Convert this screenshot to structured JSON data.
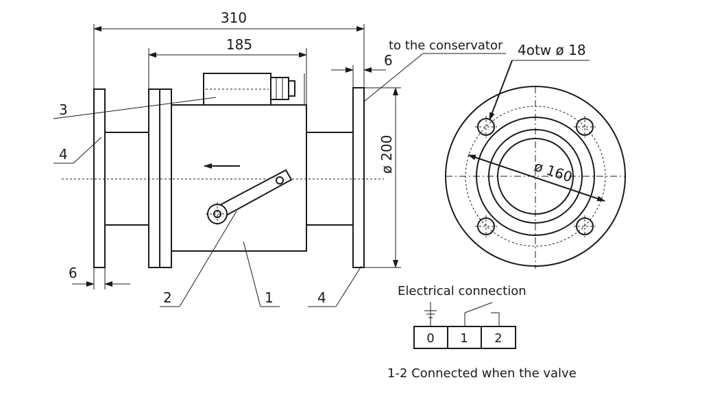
{
  "dimensions": {
    "overall_length": "310",
    "body_length": "185",
    "flange_thickness_right": "6",
    "flange_thickness_left": "6",
    "flange_diameter": "ø 200",
    "bolt_circle": "ø 160",
    "bolt_holes": "4otw ø 18"
  },
  "labels": {
    "to_conservator": "to the conservator",
    "item_1": "1",
    "item_2": "2",
    "item_3": "3",
    "item_4_left": "4",
    "item_4_right": "4"
  },
  "electrical": {
    "title": "Electrical connection",
    "terminals": [
      "0",
      "1",
      "2"
    ],
    "note": "1-2 Connected when the valve"
  }
}
